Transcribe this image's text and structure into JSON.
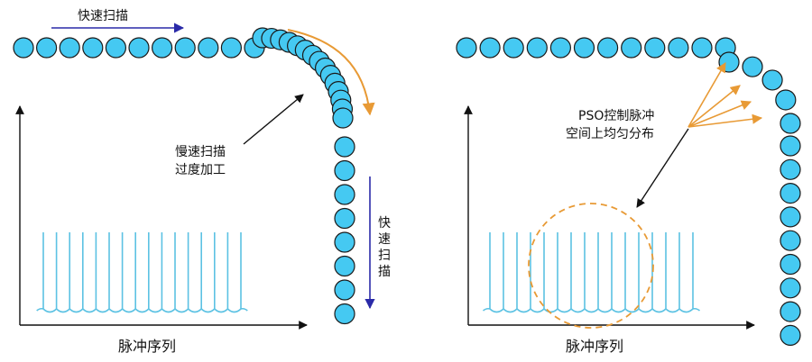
{
  "colors": {
    "dot_fill": "#45c9f2",
    "dot_stroke": "#1a1a1a",
    "pulse": "#5cc2e3",
    "fast_arrow": "#2a2aa8",
    "orange": "#e89a35",
    "axis": "#111111"
  },
  "left_panel": {
    "fast_scan_top": "快速扫描",
    "slow_scan_line1": "慢速扫描",
    "slow_scan_line2": "过度加工",
    "fast_scan_vertical": [
      "快",
      "速",
      "扫",
      "描"
    ],
    "pulse_label": "脉冲序列"
  },
  "right_panel": {
    "pso_line1": "PSO控制脉冲",
    "pso_line2": "空间上均匀分布",
    "pulse_label": "脉冲序列"
  }
}
